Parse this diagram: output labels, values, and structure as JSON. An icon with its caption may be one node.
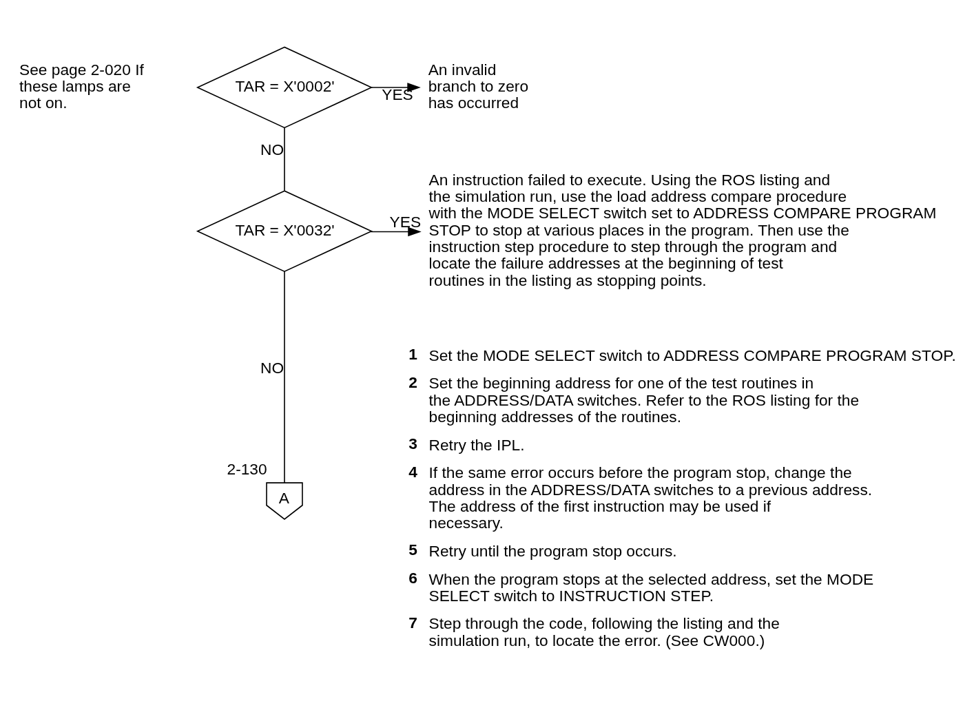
{
  "diagram": {
    "nodes": [
      {
        "text": [
          "TAR = X'0002'"
        ]
      },
      {
        "text": [
          "An invalid branch to zero has occurred"
        ]
      },
      {
        "text": [
          "TAR = X'0032'"
        ]
      },
      {
        "text": [
          "An instruction failed to execute. Using the ROS listing and the simulation run, use the load address compare procedure with the MODE SELECT switch set to ADDRESS COMPARE PROGRAM STOP to stop at various places in the program. Then use the instruction step procedure to step through the program and locate the failure addresses at the beginning of test routines in the listing as stopping points."
        ]
      },
      {
        "text": [
          "A"
        ],
        "beside": [
          "2-130"
        ]
      }
    ],
    "edges": [
      {
        "from": 0,
        "to": 1,
        "arrow": "to",
        "label": "YES"
      },
      {
        "from": 0,
        "to": 2,
        "arrow": "none",
        "label": "NO"
      },
      {
        "from": 2,
        "to": 3,
        "arrow": "to",
        "label": "YES"
      },
      {
        "from": 2,
        "to": 4,
        "arrow": "none",
        "label": "NO"
      }
    ],
    "labels": [
      "See page 2-020 If these lamps are not on.",
      "1",
      "Set the MODE SELECT switch to ADDRESS COMPARE PROGRAM STOP.",
      "2",
      "Set the beginning address for one of the test routines in the ADDRESS/DATA switches. Refer to the ROS listing for the beginning addresses of the routines.",
      "3",
      "Retry the IPL.",
      "4",
      "If the same error occurs before the program stop, change the address in the ADDRESS/DATA switches to a previous address. The address of the first instruction may be used if necessary.",
      "5",
      "Retry until the program stop occurs.",
      "6",
      "When the program stops at the selected address, set the MODE SELECT switch to INSTRUCTION STEP.",
      "7",
      "Step through the code, following the listing and the simulation run, to locate the error.  (See CW000.)"
    ]
  }
}
